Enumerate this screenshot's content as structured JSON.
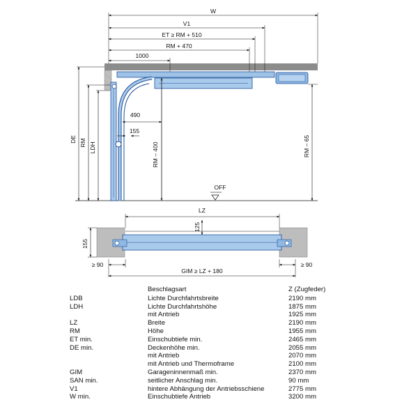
{
  "diagram": {
    "side": {
      "W": "W",
      "V1": "V1",
      "ET": "ET ≥ RM + 510",
      "RM470": "RM + 470",
      "d1000": "1000",
      "d490": "490",
      "d155": "155",
      "DE": "DE",
      "RM": "RM",
      "LDH": "LDH",
      "RM400": "RM – 400",
      "RM65": "RM – 65",
      "OFF": "OFF"
    },
    "plan": {
      "LZ": "LZ",
      "d125": "125",
      "d155": "155",
      "ge90_left": "≥ 90",
      "ge90_right": "≥ 90",
      "GIM": "GIM ≥ LZ + 180"
    }
  },
  "table": {
    "headers": [
      "",
      "Beschlagsart",
      "Z (Zugfeder)"
    ],
    "rows": [
      [
        "LDB",
        "Lichte Durchfahrtsbreite",
        "2190 mm"
      ],
      [
        "LDH",
        "Lichte Durchfahrtshöhe",
        "1875 mm"
      ],
      [
        "",
        "mit Antrieb",
        "1925 mm"
      ],
      [
        "LZ",
        "Breite",
        "2190 mm"
      ],
      [
        "RM",
        "Höhe",
        "1955 mm"
      ],
      [
        "ET min.",
        "Einschubtiefe min.",
        "2465 mm"
      ],
      [
        "DE min.",
        "Deckenhöhe min.",
        "2055 mm"
      ],
      [
        "",
        "mit Antrieb",
        "2070 mm"
      ],
      [
        "",
        "mit Antrieb und Thermoframe",
        "2100 mm"
      ],
      [
        "GIM",
        "Garageninnenmaß min.",
        "2370 mm"
      ],
      [
        "SAN min.",
        "seitlicher Anschlag min.",
        "90 mm"
      ],
      [
        "V1",
        "hintere Abhängung der Antriebsschiene",
        "2775 mm"
      ],
      [
        "W min.",
        "Einschubtiefe Antrieb",
        "3200 mm"
      ]
    ]
  }
}
